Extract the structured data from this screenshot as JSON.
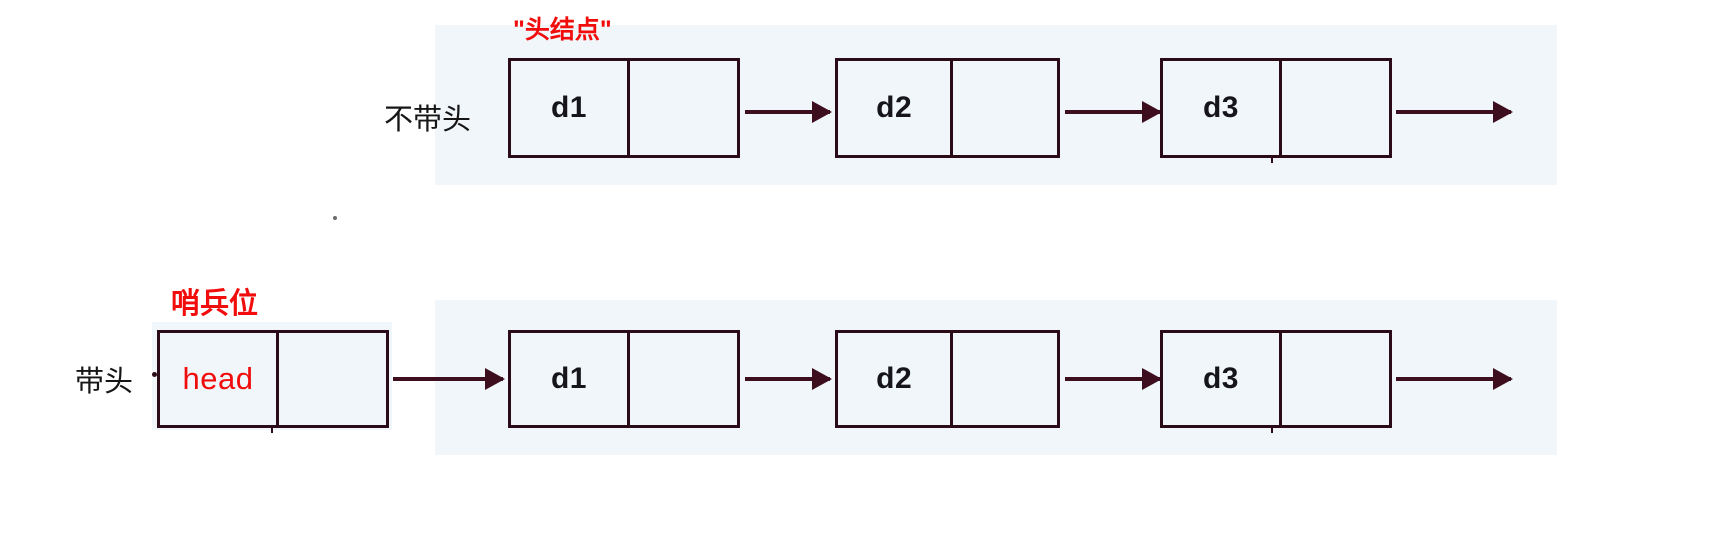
{
  "diagram": {
    "title_note_top": "\"头结点\"",
    "title_note_bottom": "哨兵位",
    "rows": [
      {
        "label": "不带头",
        "annotation": "\"头结点\"",
        "nodes": [
          {
            "data": "d1"
          },
          {
            "data": "d2"
          },
          {
            "data": "d3"
          }
        ],
        "trailing_arrow": true
      },
      {
        "label": "带头",
        "annotation": "哨兵位",
        "nodes": [
          {
            "data": "head",
            "is_sentinel": true
          },
          {
            "data": "d1"
          },
          {
            "data": "d2"
          },
          {
            "data": "d3"
          }
        ],
        "trailing_arrow": true
      }
    ],
    "colors": {
      "node_border": "#2b0b17",
      "arrow": "#3d0f1e",
      "annotation_red": "#f20d0d",
      "band_background": "#f1f6fa",
      "page_background": "#ffffff"
    }
  }
}
